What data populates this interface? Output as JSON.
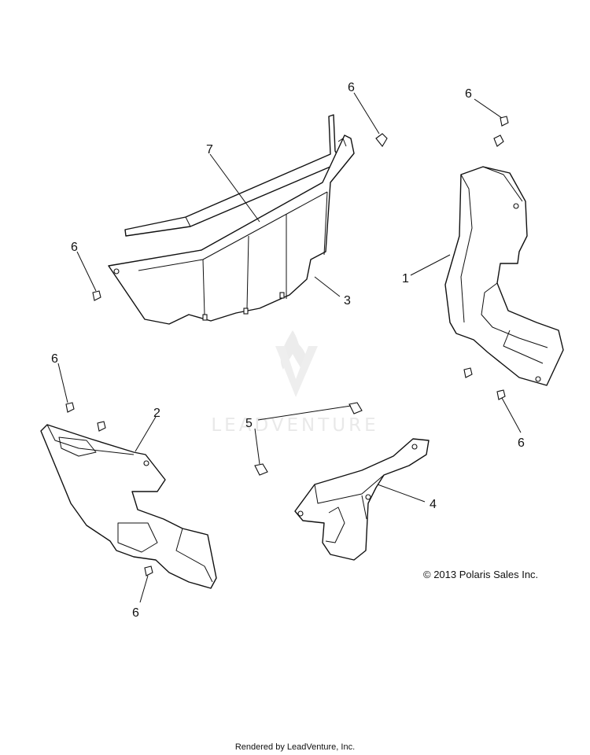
{
  "callouts": {
    "p1": "1",
    "p2": "2",
    "p3": "3",
    "p4": "4",
    "p5": "5",
    "p7": "7",
    "p6a": "6",
    "p6b": "6",
    "p6c": "6",
    "p6d": "6",
    "p6e": "6",
    "p6f": "6"
  },
  "watermark": {
    "text": "LEADVENTURE"
  },
  "copyright": "© 2013 Polaris Sales Inc.",
  "footer": "Rendered by LeadVenture, Inc."
}
